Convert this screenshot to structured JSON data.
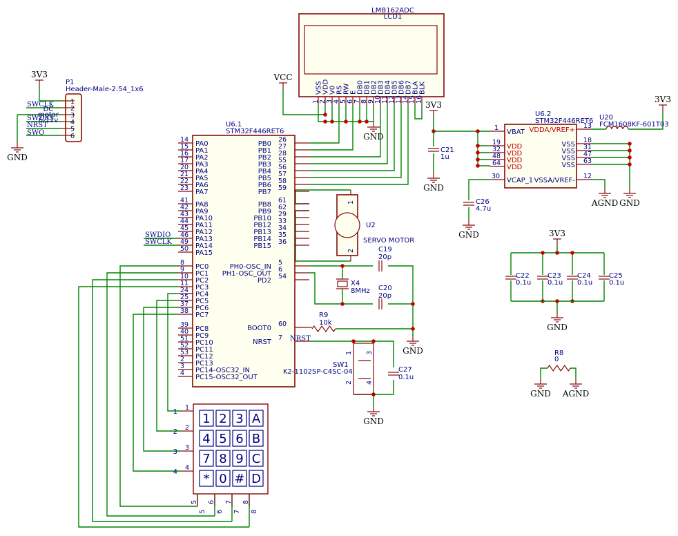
{
  "lcd": {
    "part": "LMB162ADC",
    "ref": "LCD1",
    "pins": [
      {
        "name": "VSS",
        "num": "1"
      },
      {
        "name": "VDD",
        "num": "2"
      },
      {
        "name": "V0",
        "num": "3"
      },
      {
        "name": "RS",
        "num": "4"
      },
      {
        "name": "RW",
        "num": "5"
      },
      {
        "name": "E",
        "num": "6"
      },
      {
        "name": "DB0",
        "num": "7"
      },
      {
        "name": "DB1",
        "num": "8"
      },
      {
        "name": "DB2",
        "num": "9"
      },
      {
        "name": "DB3",
        "num": "10"
      },
      {
        "name": "DB4",
        "num": "11"
      },
      {
        "name": "DB5",
        "num": "12"
      },
      {
        "name": "DB6",
        "num": "13"
      },
      {
        "name": "DB7",
        "num": "14"
      },
      {
        "name": "BLA",
        "num": "15"
      },
      {
        "name": "BLK",
        "num": "16"
      }
    ]
  },
  "header": {
    "ref": "P1",
    "part": "Header-Male-2.54_1x6",
    "pins": [
      "1",
      "2",
      "3",
      "4",
      "5",
      "6"
    ],
    "nets": [
      "SWCLK",
      "SWDIO",
      "NRST",
      "SWO"
    ],
    "note": [
      "DC",
      "motor",
      "6-12v"
    ]
  },
  "mcu1": {
    "ref": "U6.1",
    "part": "STM32F446RET6",
    "left_a": [
      {
        "n": "14",
        "p": "PA0"
      },
      {
        "n": "15",
        "p": "PA1"
      },
      {
        "n": "16",
        "p": "PA2"
      },
      {
        "n": "17",
        "p": "PA3"
      },
      {
        "n": "20",
        "p": "PA4"
      },
      {
        "n": "21",
        "p": "PA5"
      },
      {
        "n": "22",
        "p": "PA6"
      },
      {
        "n": "23",
        "p": "PA7"
      }
    ],
    "left_b": [
      {
        "n": "41",
        "p": "PA8"
      },
      {
        "n": "42",
        "p": "PA9"
      },
      {
        "n": "43",
        "p": "PA10"
      },
      {
        "n": "44",
        "p": "PA11"
      },
      {
        "n": "45",
        "p": "PA12"
      },
      {
        "n": "46",
        "p": "PA13"
      },
      {
        "n": "49",
        "p": "PA14"
      },
      {
        "n": "50",
        "p": "PA15"
      }
    ],
    "left_c": [
      {
        "n": "8",
        "p": "PC0"
      },
      {
        "n": "9",
        "p": "PC1"
      },
      {
        "n": "10",
        "p": "PC2"
      },
      {
        "n": "11",
        "p": "PC3"
      },
      {
        "n": "24",
        "p": "PC4"
      },
      {
        "n": "25",
        "p": "PC5"
      },
      {
        "n": "37",
        "p": "PC6"
      },
      {
        "n": "38",
        "p": "PC7"
      }
    ],
    "left_d": [
      {
        "n": "39",
        "p": "PC8"
      },
      {
        "n": "40",
        "p": "PC9"
      },
      {
        "n": "51",
        "p": "PC10"
      },
      {
        "n": "52",
        "p": "PC11"
      },
      {
        "n": "53",
        "p": "PC12"
      },
      {
        "n": "2",
        "p": "PC13"
      },
      {
        "n": "3",
        "p": "PC14-OSC32_IN"
      },
      {
        "n": "4",
        "p": "PC15-OSC32_OUT"
      }
    ],
    "right_a": [
      {
        "n": "26",
        "p": "PB0"
      },
      {
        "n": "27",
        "p": "PB1"
      },
      {
        "n": "28",
        "p": "PB2"
      },
      {
        "n": "55",
        "p": "PB3"
      },
      {
        "n": "56",
        "p": "PB4"
      },
      {
        "n": "57",
        "p": "PB5"
      },
      {
        "n": "58",
        "p": "PB6"
      },
      {
        "n": "59",
        "p": "PB7"
      }
    ],
    "right_b": [
      {
        "n": "61",
        "p": "PB8"
      },
      {
        "n": "62",
        "p": "PB9"
      },
      {
        "n": "29",
        "p": "PB10"
      },
      {
        "n": "33",
        "p": "PB12"
      },
      {
        "n": "34",
        "p": "PB13"
      },
      {
        "n": "35",
        "p": "PB14"
      },
      {
        "n": "36",
        "p": "PB15"
      }
    ],
    "right_c": [
      {
        "n": "5",
        "p": "PH0-OSC_IN"
      },
      {
        "n": "6",
        "p": "PH1-OSC_OUT"
      },
      {
        "n": "54",
        "p": "PD2"
      }
    ],
    "boot": {
      "n": "60",
      "p": "BOOT0"
    },
    "nrst": {
      "n": "7",
      "p": "NRST"
    }
  },
  "mcu2": {
    "ref": "U6.2",
    "part": "STM32F446RET6",
    "vbat": {
      "n": "1",
      "p": "VBAT"
    },
    "vdd": [
      {
        "n": "19",
        "p": "VDD"
      },
      {
        "n": "32",
        "p": "VDD"
      },
      {
        "n": "48",
        "p": "VDD"
      },
      {
        "n": "64",
        "p": "VDD"
      }
    ],
    "vcap": {
      "n": "30",
      "p": "VCAP_1"
    },
    "vdda": {
      "n": "13",
      "p": "VDDA/VREF+"
    },
    "vss": [
      {
        "n": "18",
        "p": "VSS"
      },
      {
        "n": "31",
        "p": "VSS"
      },
      {
        "n": "47",
        "p": "VSS"
      },
      {
        "n": "63",
        "p": "VSS"
      }
    ],
    "vssa": {
      "n": "12",
      "p": "VSSA/VREF-"
    }
  },
  "servo": {
    "ref": "U2",
    "part": "SERVO MOTOR",
    "pins": [
      "1",
      "2"
    ]
  },
  "ferrite": {
    "ref": "U20",
    "part": "FCM1608KF-601T03"
  },
  "crystal": {
    "ref": "X4",
    "value": "8MHz"
  },
  "switch": {
    "ref": "SW1",
    "part": "K2-1102SP-C4SC-04",
    "pins": [
      "1",
      "2",
      "3",
      "4"
    ]
  },
  "keypad": {
    "keys": [
      "1",
      "2",
      "3",
      "A",
      "4",
      "5",
      "6",
      "B",
      "7",
      "8",
      "9",
      "C",
      "*",
      "0",
      "#",
      "D"
    ],
    "rows": [
      "1",
      "2",
      "3",
      "4"
    ],
    "cols": [
      "5",
      "6",
      "7",
      "8"
    ]
  },
  "caps": [
    {
      "ref": "C21",
      "val": "1u"
    },
    {
      "ref": "C26",
      "val": "4.7u"
    },
    {
      "ref": "C19",
      "val": "20p"
    },
    {
      "ref": "C20",
      "val": "20p"
    },
    {
      "ref": "C27",
      "val": "0.1u"
    },
    {
      "ref": "C22",
      "val": "0.1u"
    },
    {
      "ref": "C23",
      "val": "0.1u"
    },
    {
      "ref": "C24",
      "val": "0.1u"
    },
    {
      "ref": "C25",
      "val": "0.1u"
    }
  ],
  "resistors": [
    {
      "ref": "R9",
      "val": "10k"
    },
    {
      "ref": "R8",
      "val": "0"
    }
  ],
  "power": {
    "v33": "3V3",
    "vcc": "VCC",
    "gnd": "GND",
    "agnd": "AGND"
  },
  "nets": {
    "swclk": "SWCLK",
    "swdio": "SWDIO",
    "nrst": "NRST"
  },
  "colors": {
    "wire": "#008400",
    "body": "#84090a",
    "text": "#000084",
    "junction": "#c40000"
  }
}
